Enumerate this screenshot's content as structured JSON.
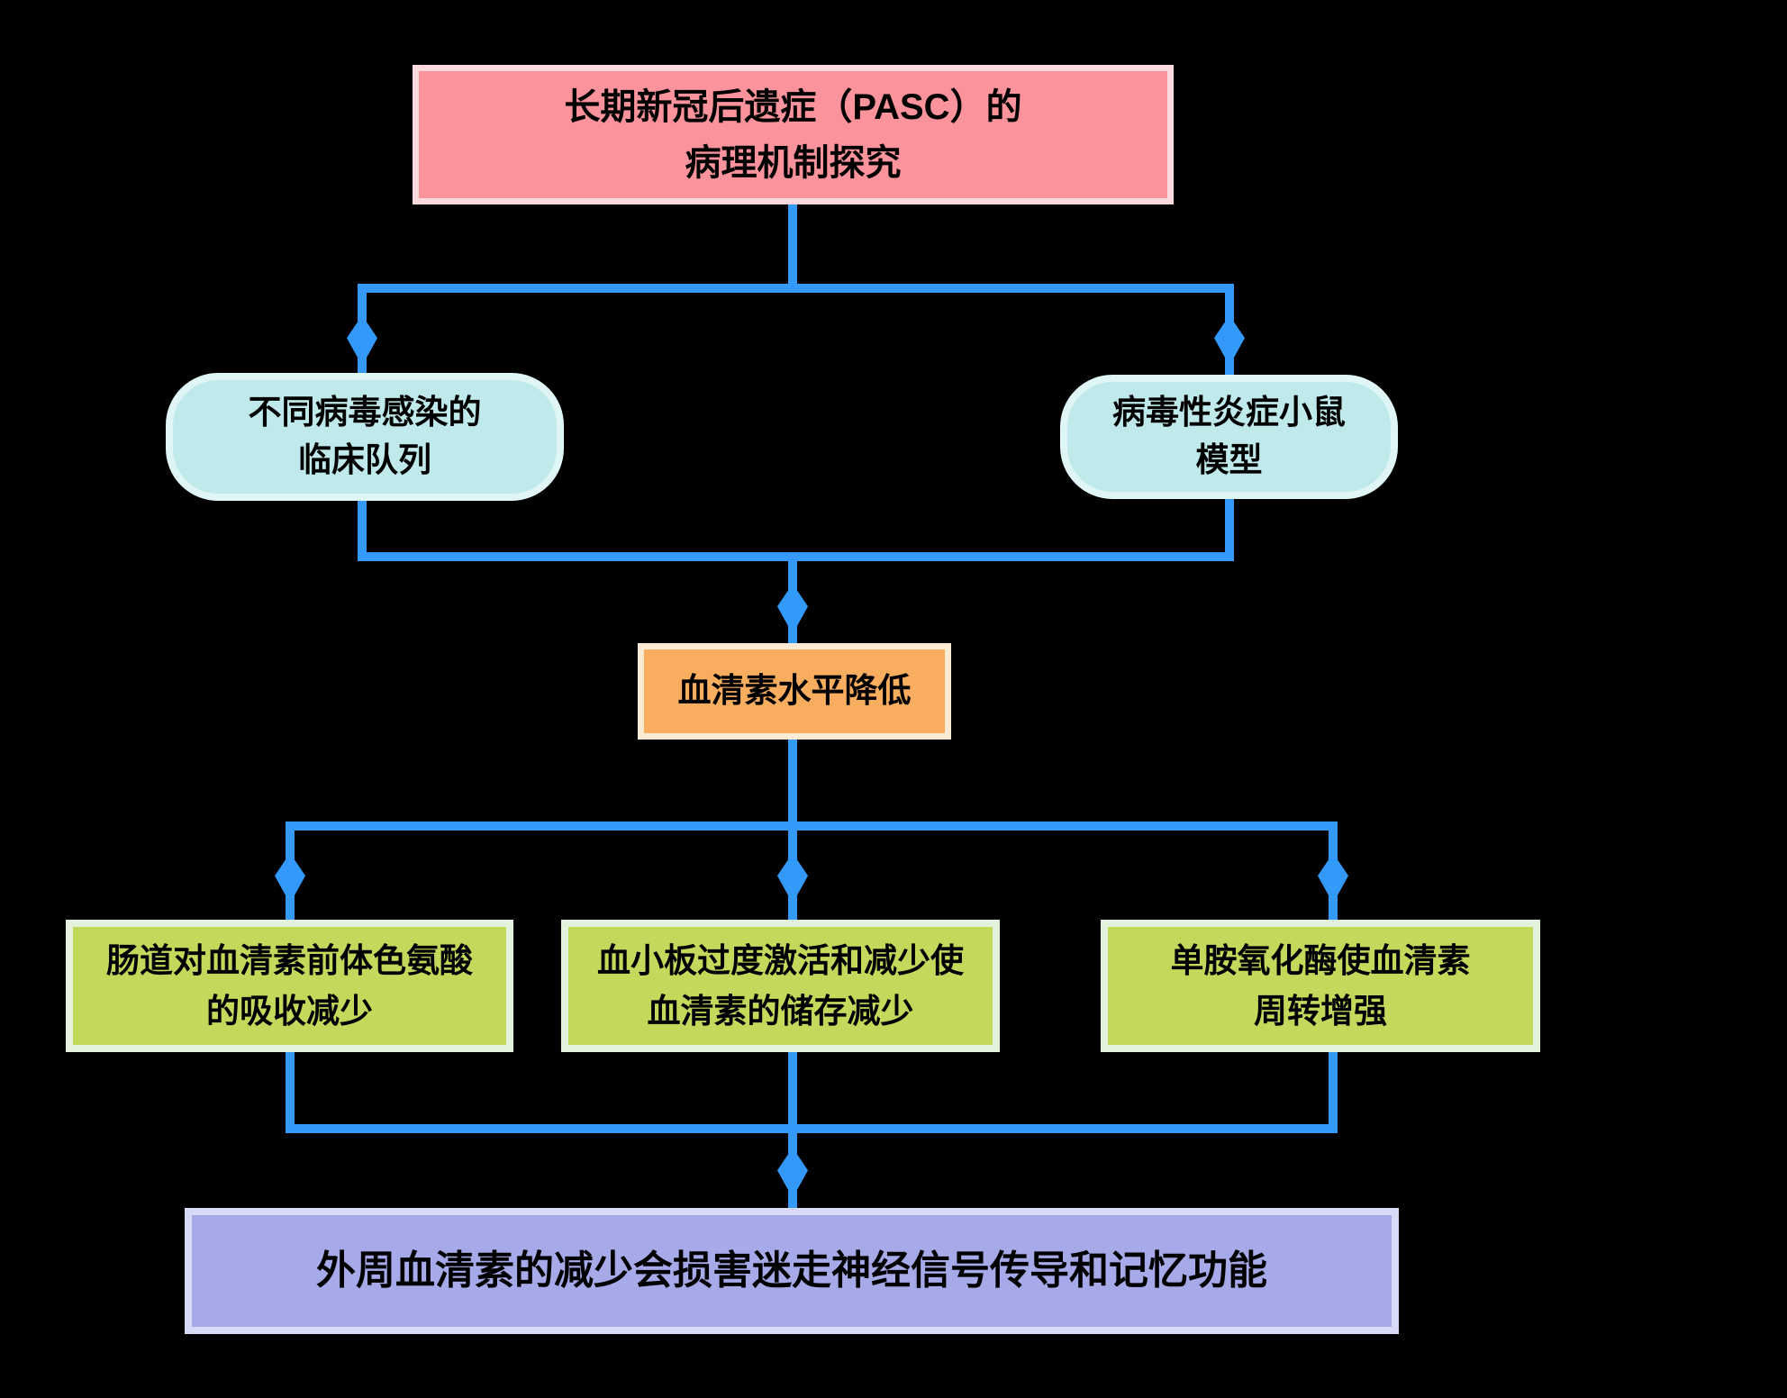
{
  "background_color": "#000000",
  "connector_color": "#3399FA",
  "nodes": {
    "title": {
      "lines": [
        "长期新冠后遗症（PASC）的",
        "病理机制探究"
      ],
      "fill": "#FA939B",
      "border_color": "#FBD9DC"
    },
    "clinical_cohort": {
      "lines": [
        "不同病毒感染的",
        "临床队列"
      ],
      "fill": "#BFE9EA",
      "border_color": "#E0F6F6"
    },
    "mouse_model": {
      "lines": [
        "病毒性炎症小鼠",
        "模型"
      ],
      "fill": "#BFE9EA",
      "border_color": "#E0F6F6"
    },
    "serotonin_reduction": {
      "lines": [
        "血清素水平降低"
      ],
      "fill": "#F9AD5F",
      "border_color": "#FCEBD4"
    },
    "tryptophan_absorption": {
      "lines": [
        "肠道对血清素前体色氨酸",
        "的吸收减少"
      ],
      "fill": "#C3D95B",
      "border_color": "#E3F2DD"
    },
    "platelet_storage": {
      "lines": [
        "血小板过度激活和减少使",
        "血清素的储存减少"
      ],
      "fill": "#C3D95B",
      "border_color": "#E3F2DD"
    },
    "mao_turnover": {
      "lines": [
        "单胺氧化酶使血清素",
        "周转增强"
      ],
      "fill": "#C3D95B",
      "border_color": "#E3F2DD"
    },
    "conclusion": {
      "lines": [
        "外周血清素的减少会损害迷走神经信号传导和记忆功能"
      ],
      "fill": "#A6AAE9",
      "border_color": "#D9DBF6"
    }
  }
}
